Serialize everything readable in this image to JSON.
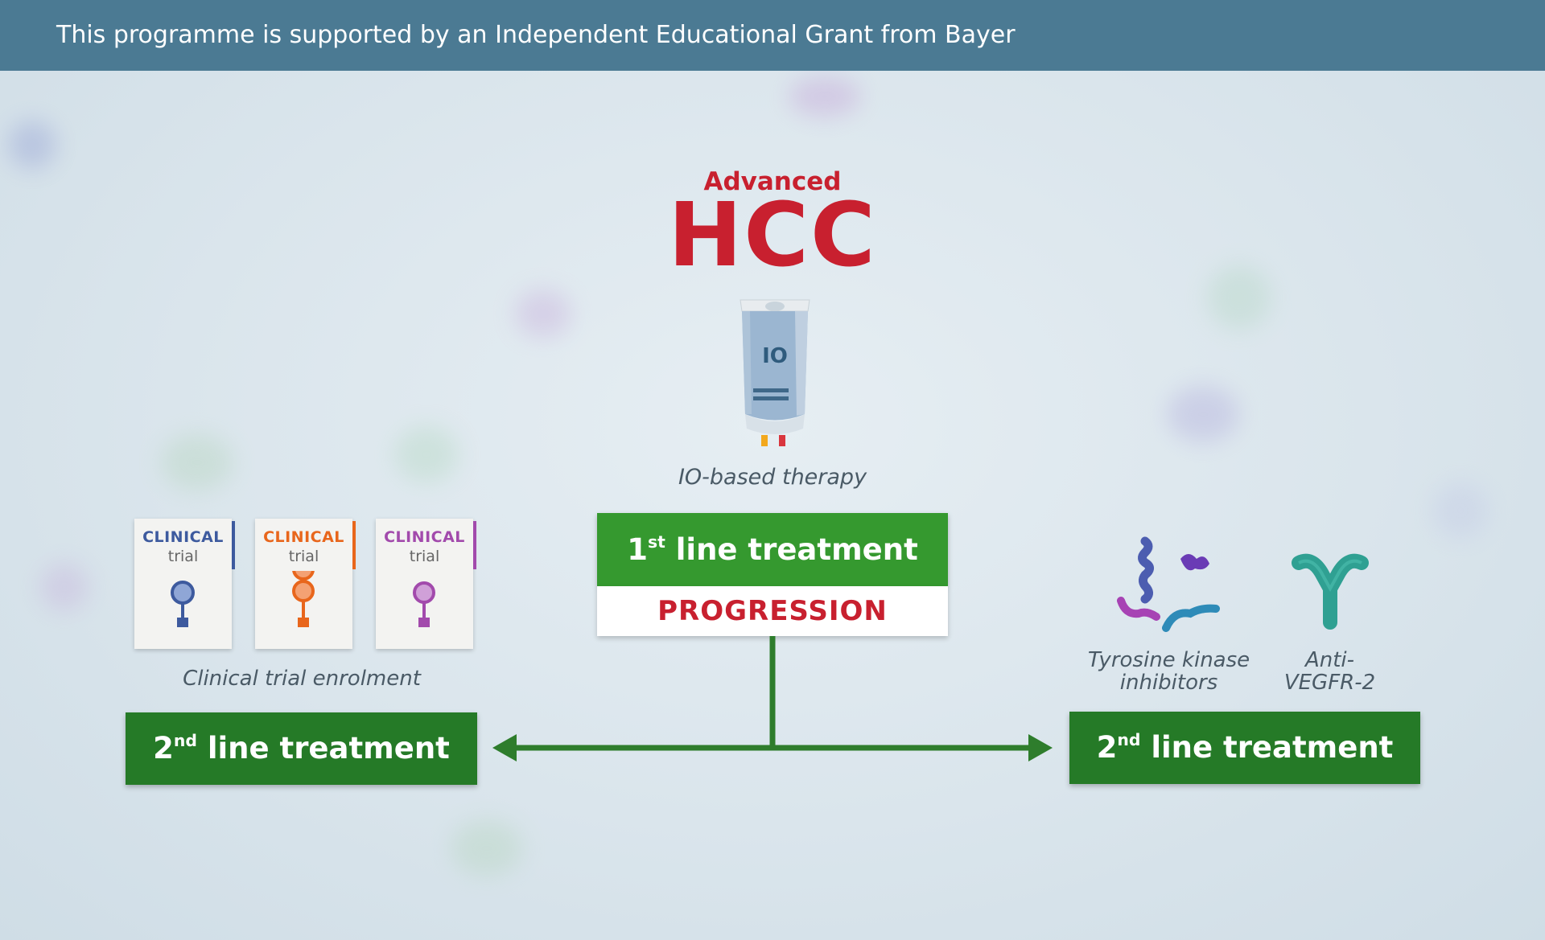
{
  "banner": {
    "text": "This programme is supported by an Independent Educational Grant from Bayer"
  },
  "header": {
    "advanced": "Advanced",
    "title": "HCC"
  },
  "io_bag": {
    "label": "IO"
  },
  "first_line": {
    "therapy_label": "IO-based therapy",
    "ordinal": "1",
    "ordinal_suffix": "st",
    "treatment_text": " line treatment",
    "progression": "PROGRESSION"
  },
  "clinical_trials": {
    "cards": [
      {
        "title": "CLINICAL",
        "subtitle": "trial",
        "color": "#3d5a9e"
      },
      {
        "title": "CLINICAL",
        "subtitle": "trial",
        "color": "#e8661c"
      },
      {
        "title": "CLINICAL",
        "subtitle": "trial",
        "color": "#a24aac"
      }
    ],
    "label": "Clinical trial enrolment"
  },
  "second_line_left": {
    "ordinal": "2",
    "ordinal_suffix": "nd",
    "treatment_text": " line treatment"
  },
  "second_line_right": {
    "ordinal": "2",
    "ordinal_suffix": "nd",
    "treatment_text": " line treatment",
    "drugs": {
      "tki_line1": "Tyrosine kinase",
      "tki_line2": "inhibitors",
      "vegfr_line1": "Anti-",
      "vegfr_line2": "VEGFR-2"
    }
  },
  "colors": {
    "accent_red": "#c8202f",
    "green": "#2b8a2e",
    "banner": "#4b7a93",
    "connector": "#2e7d2c"
  }
}
